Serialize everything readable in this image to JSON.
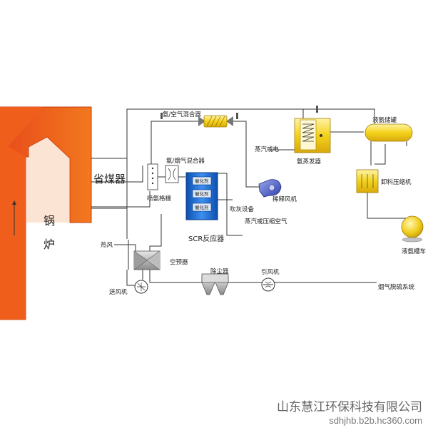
{
  "labels": {
    "economizer": "省煤器",
    "boiler_1": "锅",
    "boiler_2": "炉",
    "ammonia_air_mixer": "氨/空气混合器",
    "ammonia_flue_mixer": "氨/烟气混合器",
    "injection_grid": "喷氨格栅",
    "catalyst_1": "催化剂",
    "catalyst_2": "催化剂",
    "catalyst_3": "催化剂",
    "soot_blower": "吹灰设备",
    "steam_or_air": "蒸汽或压缩空气",
    "scr_reactor": "SCR反应器",
    "dilution_fan": "稀释风机",
    "steam_or_electric": "蒸汽或电",
    "ammonia_evaporator": "氨蒸发器",
    "liquid_ammonia_tank": "液氨储罐",
    "unload_compressor": "卸料压缩机",
    "ammonia_tanker": "液氨槽车",
    "hot_air": "热风",
    "air_preheater": "空预器",
    "forced_fan": "送风机",
    "dust_collector": "除尘器",
    "induced_fan": "引风机",
    "fgd_system": "烟气脱硫系统"
  },
  "footer": {
    "company": "山东慧江环保科技有限公司",
    "url": "sdhjhb.b2b.hc360.com"
  },
  "colors": {
    "boiler": "#f06a1c",
    "boiler_dark": "#e8501a",
    "reactor": "#1d6fd1",
    "yellow": "#f3d21a",
    "line": "#333333"
  }
}
